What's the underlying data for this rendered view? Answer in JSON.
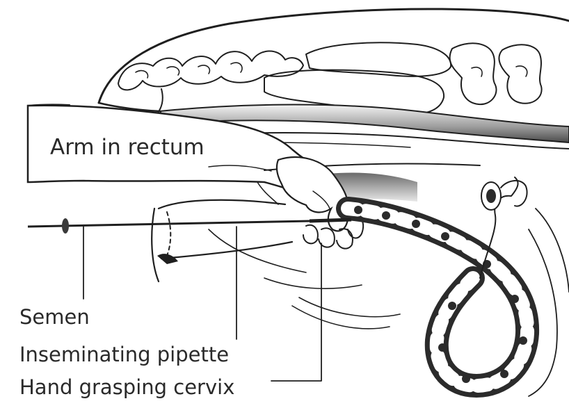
{
  "labels": {
    "arm": "Arm in rectum",
    "semen": "Semen",
    "pipette": "Inseminating pipette",
    "hand": "Hand grasping cervix"
  },
  "colors": {
    "ink": "#1f1f1f",
    "tract_dark": "#2b2b2b",
    "tract_light": "#ffffff",
    "shadow": "#8a8a8a",
    "background": "#ffffff"
  }
}
